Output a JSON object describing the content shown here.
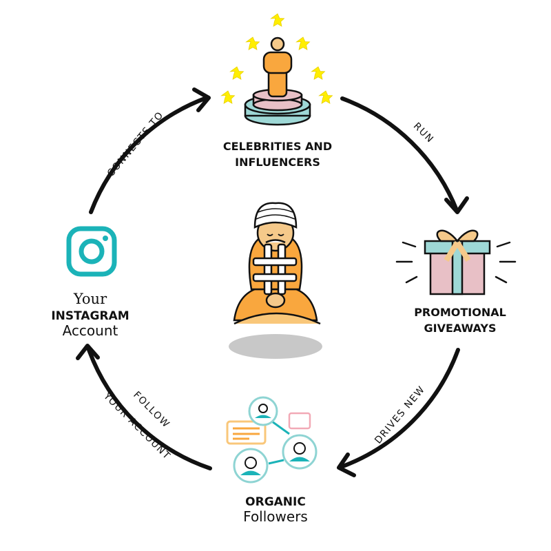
{
  "nodes": {
    "celebrities": {
      "line1": "CELEBRITIES AND",
      "line2": "INFLUENCERS"
    },
    "giveaways": {
      "line1": "PROMOTIONAL",
      "line2": "GIVEAWAYS"
    },
    "followers": {
      "line1": "ORGANIC",
      "line2": "Followers"
    },
    "instagram": {
      "line1": "Your",
      "line2": "INSTAGRAM",
      "line3": "Account"
    }
  },
  "edges": {
    "connects": "CONNECTS TO",
    "run": "RUN",
    "drives": "DRIVES NEW",
    "follow1": "FOLLOW",
    "follow2": "YOUR ACCOUNT"
  },
  "colors": {
    "instagram": "#1bb3b8",
    "orange": "#f9a73e",
    "pink": "#e8c0c6",
    "teal": "#9ed8d6",
    "star": "#ffee00"
  }
}
